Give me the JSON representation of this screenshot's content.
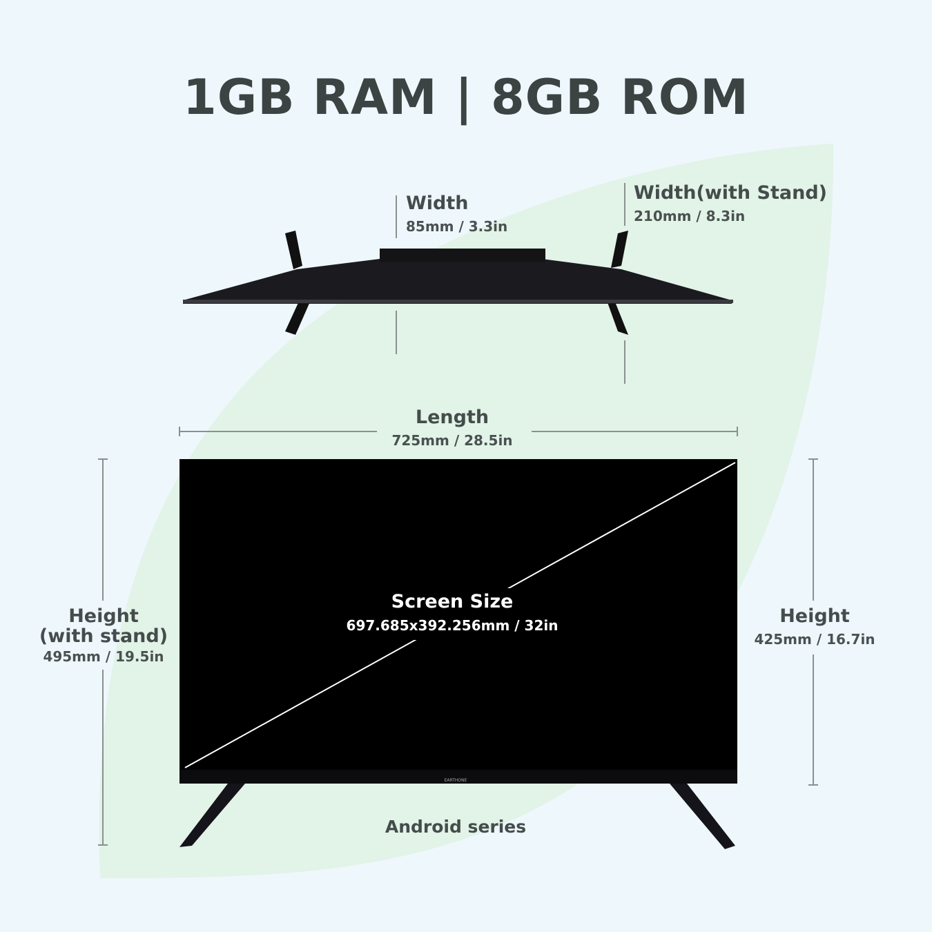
{
  "headline": "1GB RAM | 8GB ROM",
  "colors": {
    "background": "#eef7fc",
    "leaf": "#e2f3e7",
    "tv": "#000000",
    "text": "#3d4444"
  },
  "dimensions": {
    "width": {
      "label": "Width",
      "value": "85mm / 3.3in"
    },
    "width_with_stand": {
      "label": "Width(with Stand)",
      "value": "210mm / 8.3in"
    },
    "length": {
      "label": "Length",
      "value": "725mm / 28.5in"
    },
    "screen_size": {
      "label": "Screen Size",
      "value": "697.685x392.256mm / 32in"
    },
    "height_with_stand": {
      "label_line1": "Height",
      "label_line2": "(with stand)",
      "value": "495mm / 19.5in"
    },
    "height": {
      "label": "Height",
      "value": "425mm / 16.7in"
    }
  },
  "series": "Android series",
  "brand_logo": "EARTHONE"
}
